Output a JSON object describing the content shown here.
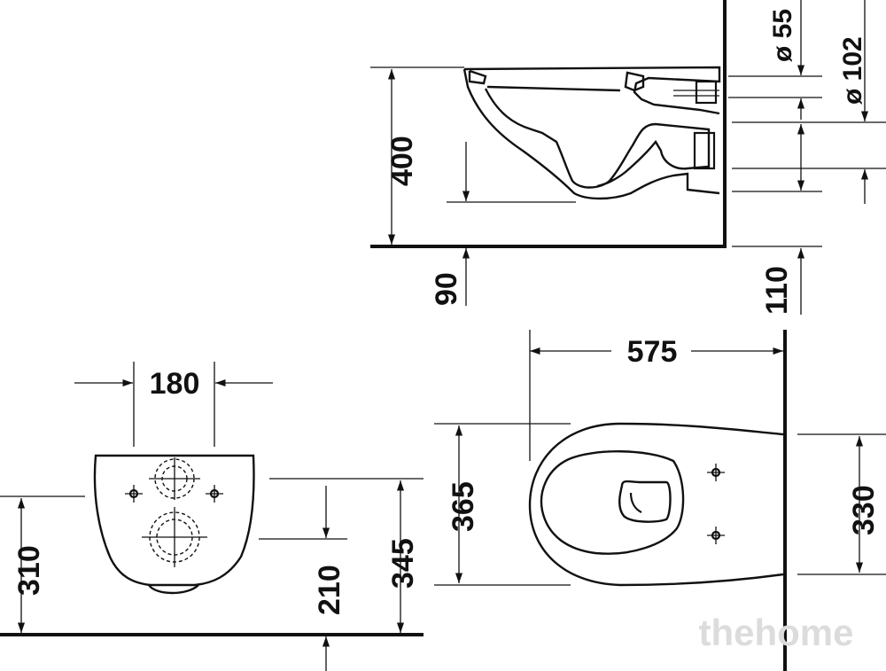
{
  "drawing": {
    "side_view": {
      "height_label": "400",
      "drain_height_label": "90",
      "inlet_diameter_label": "ø 55",
      "outlet_diameter_label": "ø 102",
      "outlet_height_label": "110"
    },
    "front_view": {
      "fixing_spacing_label": "180",
      "fixing_height_label": "310",
      "outlet_height_label": "210",
      "rim_height_label": "345"
    },
    "top_view": {
      "depth_label": "575",
      "overall_width_label": "365",
      "wall_width_label": "330"
    }
  },
  "watermark": {
    "text": "thehome"
  }
}
